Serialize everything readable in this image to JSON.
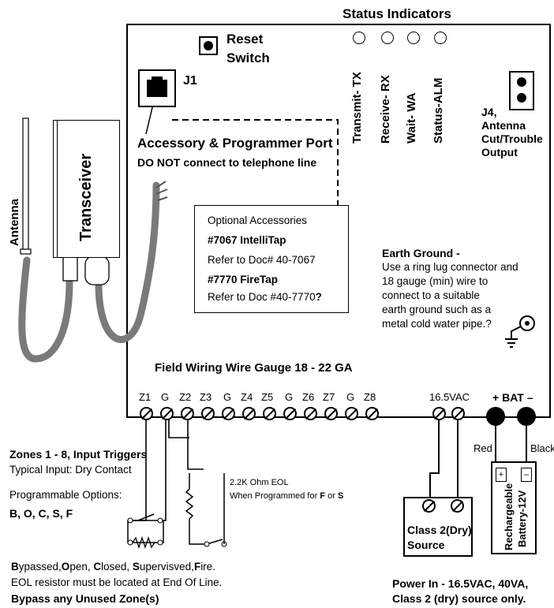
{
  "title": "Status Indicators",
  "reset": {
    "line1": "Reset",
    "line2": "Switch"
  },
  "j1_label": "J1",
  "leds": [
    "Transmit- TX",
    "Receive- RX",
    "Wait- WA",
    "Status-ALM"
  ],
  "j4": {
    "line1": "J4,",
    "line2": "Antenna",
    "line3": "Cut/Trouble",
    "line4": "Output"
  },
  "antenna_label": "Antenna",
  "transceiver_label": "Transceiver",
  "port": {
    "title": "Accessory & Programmer Port",
    "warning": "DO NOT connect to telephone line"
  },
  "accessories": {
    "heading": "Optional Accessories",
    "item1_name": "#7067 IntelliTap",
    "item1_ref": "Refer to Doc# 40-7067",
    "item2_name": "#7770 FireTap",
    "item2_ref": "Refer to Doc #40-7770",
    "item2_q": "?"
  },
  "earth": {
    "heading": "Earth Ground -",
    "lines": [
      "Use a ring lug connector and",
      "18 gauge (min) wire to",
      "connect to a suitable",
      "earth ground such as a",
      "metal cold water pipe.?"
    ]
  },
  "field_wiring": "Field Wiring Wire Gauge 18 - 22 GA",
  "terminals": [
    "Z1",
    "G",
    "Z2",
    "Z3",
    "G",
    "Z4",
    "Z5",
    "G",
    "Z6",
    "Z7",
    "G",
    "Z8"
  ],
  "power_terminal": "16.5VAC",
  "battery_terminal": {
    "label": "BAT",
    "plus": "+",
    "minus": "–"
  },
  "wire_colors": {
    "red": "Red",
    "black": "Black"
  },
  "battery_box": {
    "line1": "Rechargeable",
    "line2": "Battery-12V",
    "plus": "+",
    "minus": "–"
  },
  "class2_box": {
    "line1": "Class 2(Dry)",
    "line2": "Source"
  },
  "eol_note": {
    "line1": "2.2K Ohm EOL",
    "line2_pre": "When Programmed for ",
    "f": "F",
    "or": " or ",
    "s": "S"
  },
  "zones": {
    "heading": "Zones 1 - 8, Input Triggers",
    "typical": "Typical Input: Dry Contact",
    "prog": "Programmable Options:",
    "options": "B, O, C, S, F"
  },
  "footer_left": {
    "line1_parts": [
      {
        "t": "B",
        "b": true
      },
      {
        "t": "ypassed,",
        "b": false
      },
      {
        "t": "O",
        "b": true
      },
      {
        "t": "pen, ",
        "b": false
      },
      {
        "t": "C",
        "b": true
      },
      {
        "t": "losed, ",
        "b": false
      },
      {
        "t": "S",
        "b": true
      },
      {
        "t": "upervisved,",
        "b": false
      },
      {
        "t": "F",
        "b": true
      },
      {
        "t": "ire.",
        "b": false
      }
    ],
    "line2": "EOL resistor must be located at End Of Line.",
    "line3": "Bypass any Unused Zone(s)"
  },
  "footer_right": {
    "line1": "Power In - 16.5VAC, 40VA,",
    "line2": "Class 2 (dry) source only."
  },
  "colors": {
    "line": "#000000",
    "cable": "#8a8a8a",
    "cable_dark": "#555555"
  }
}
